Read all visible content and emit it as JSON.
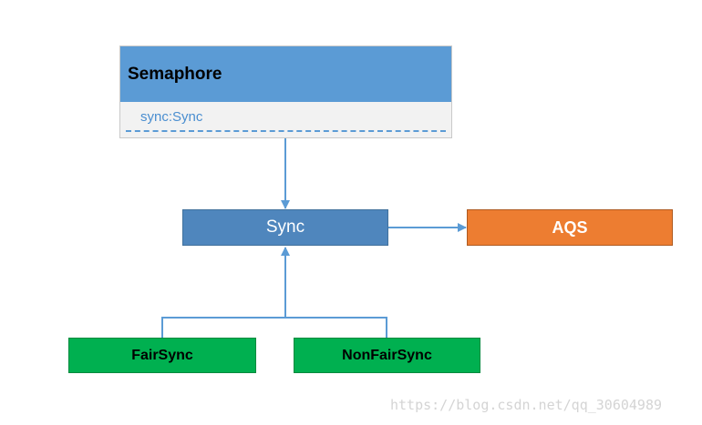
{
  "semaphore": {
    "title": "Semaphore",
    "field": "sync:Sync"
  },
  "sync": {
    "label": "Sync"
  },
  "aqs": {
    "label": "AQS"
  },
  "fair_sync": {
    "label": "FairSync"
  },
  "nonfair_sync": {
    "label": "NonFairSync"
  },
  "watermark": {
    "text": "https://blog.csdn.net/qq_30604989"
  },
  "colors": {
    "class_header": "#5b9bd5",
    "class_body": "#f2f2f2",
    "sync": "#4f86bd",
    "aqs": "#ed7d31",
    "subclass": "#00b050",
    "connector": "#5b9bd5"
  }
}
